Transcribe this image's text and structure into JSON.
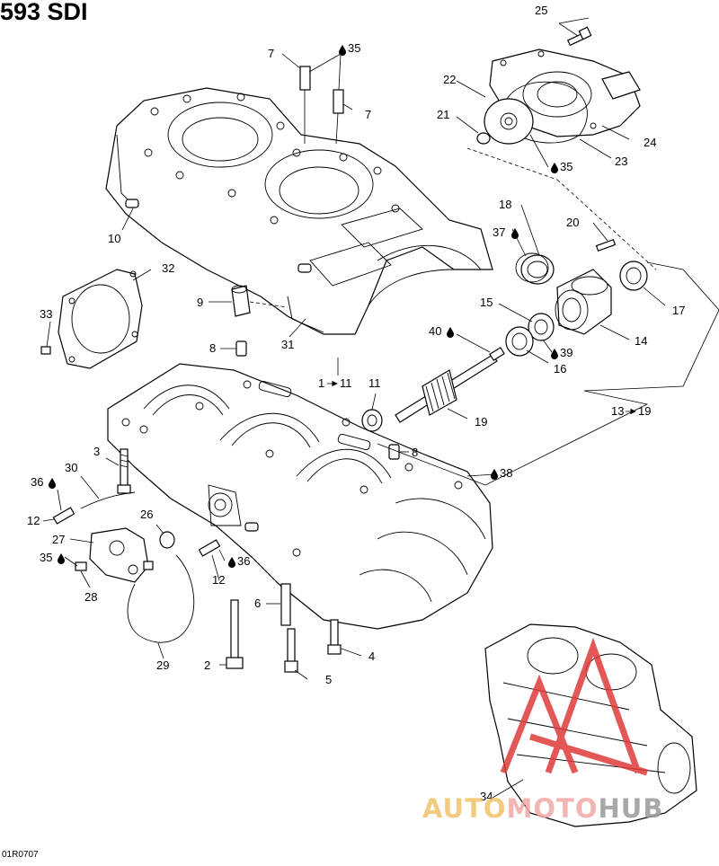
{
  "title": "593 SDI",
  "drawing_code": "01R0707",
  "watermark": {
    "prefix": "AUTO",
    "middle": "MOTO",
    "suffix": "HUB",
    "colors": {
      "prefix": "#f0c36a",
      "middle": "#f2a8a8",
      "suffix": "#9a9a9a",
      "logo": "#e03a3a"
    }
  },
  "callouts": {
    "c1": "1",
    "c1t": "11",
    "c2": "2",
    "c3": "3",
    "c4": "4",
    "c5": "5",
    "c6": "6",
    "c7a": "7",
    "c7b": "7",
    "c8a": "8",
    "c8b": "8",
    "c9": "9",
    "c10": "10",
    "c11": "11",
    "c12a": "12",
    "c12b": "12",
    "c13": "13",
    "c13t": "19",
    "c14": "14",
    "c15": "15",
    "c16": "16",
    "c17": "17",
    "c18": "18",
    "c19": "19",
    "c20": "20",
    "c21": "21",
    "c22": "22",
    "c23": "23",
    "c24": "24",
    "c25": "25",
    "c26": "26",
    "c27": "27",
    "c28": "28",
    "c29": "29",
    "c30": "30",
    "c31": "31",
    "c32": "32",
    "c33": "33",
    "c34": "34",
    "lub35a": "35",
    "lub35b": "35",
    "lub35c": "35",
    "lub36a": "36",
    "lub36b": "36",
    "lub37": "37",
    "lub38": "38",
    "lub39": "39",
    "lub40": "40"
  }
}
